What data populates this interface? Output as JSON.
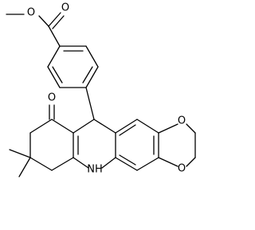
{
  "atom_labels": {
    "ester_o_methyl": "O",
    "ester_o_carbonyl": "O",
    "ketone_o": "O",
    "dioxole_o_upper": "O",
    "dioxole_o_lower": "O",
    "amine_nh": "NH"
  },
  "colors": {
    "bond": "#000000",
    "label": "#000000",
    "background": "#ffffff"
  }
}
